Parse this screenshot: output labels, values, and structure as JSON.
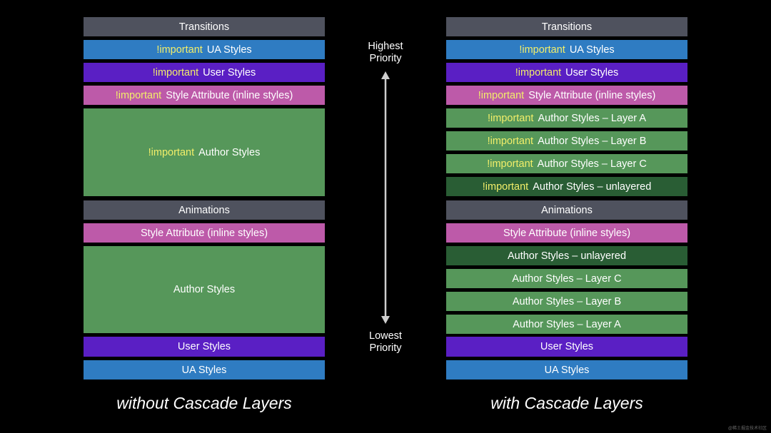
{
  "left": {
    "caption": "without Cascade Layers",
    "bands": [
      {
        "color": "gray",
        "important": "",
        "label": "Transitions"
      },
      {
        "color": "blue",
        "important": "!important",
        "label": "UA Styles"
      },
      {
        "color": "purple",
        "important": "!important",
        "label": "User Styles"
      },
      {
        "color": "pink",
        "important": "!important",
        "label": "Style Attribute (inline styles)"
      },
      {
        "color": "green",
        "important": "!important",
        "label": "Author Styles"
      },
      {
        "color": "gray",
        "important": "",
        "label": "Animations"
      },
      {
        "color": "pink",
        "important": "",
        "label": "Style Attribute (inline styles)"
      },
      {
        "color": "green",
        "important": "",
        "label": "Author Styles"
      },
      {
        "color": "purple",
        "important": "",
        "label": "User Styles"
      },
      {
        "color": "blue",
        "important": "",
        "label": "UA Styles"
      }
    ]
  },
  "right": {
    "caption": "with Cascade Layers",
    "bands": [
      {
        "color": "gray",
        "important": "",
        "label": "Transitions"
      },
      {
        "color": "blue",
        "important": "!important",
        "label": "UA Styles"
      },
      {
        "color": "purple",
        "important": "!important",
        "label": "User Styles"
      },
      {
        "color": "pink",
        "important": "!important",
        "label": "Style Attribute (inline styles)"
      },
      {
        "color": "green",
        "important": "!important",
        "label": "Author Styles – Layer A"
      },
      {
        "color": "green",
        "important": "!important",
        "label": "Author Styles – Layer B"
      },
      {
        "color": "green",
        "important": "!important",
        "label": "Author Styles – Layer C"
      },
      {
        "color": "dgreen",
        "important": "!important",
        "label": "Author Styles – unlayered"
      },
      {
        "color": "gray",
        "important": "",
        "label": "Animations"
      },
      {
        "color": "pink",
        "important": "",
        "label": "Style Attribute (inline styles)"
      },
      {
        "color": "dgreen",
        "important": "",
        "label": "Author Styles – unlayered"
      },
      {
        "color": "green",
        "important": "",
        "label": "Author Styles – Layer C"
      },
      {
        "color": "green",
        "important": "",
        "label": "Author Styles – Layer B"
      },
      {
        "color": "green",
        "important": "",
        "label": "Author Styles – Layer A"
      },
      {
        "color": "purple",
        "important": "",
        "label": "User Styles"
      },
      {
        "color": "blue",
        "important": "",
        "label": "UA Styles"
      }
    ]
  },
  "priority": {
    "high_line1": "Highest",
    "high_line2": "Priority",
    "low_line1": "Lowest",
    "low_line2": "Priority"
  },
  "watermark": "@稀土掘金技术社区",
  "colors": {
    "gray": "#4f525e",
    "blue": "#2f7cc2",
    "purple": "#5a1fc4",
    "pink": "#bd5aa9",
    "green": "#56975a",
    "dgreen": "#295d34",
    "important_text": "#f2ee6a"
  }
}
